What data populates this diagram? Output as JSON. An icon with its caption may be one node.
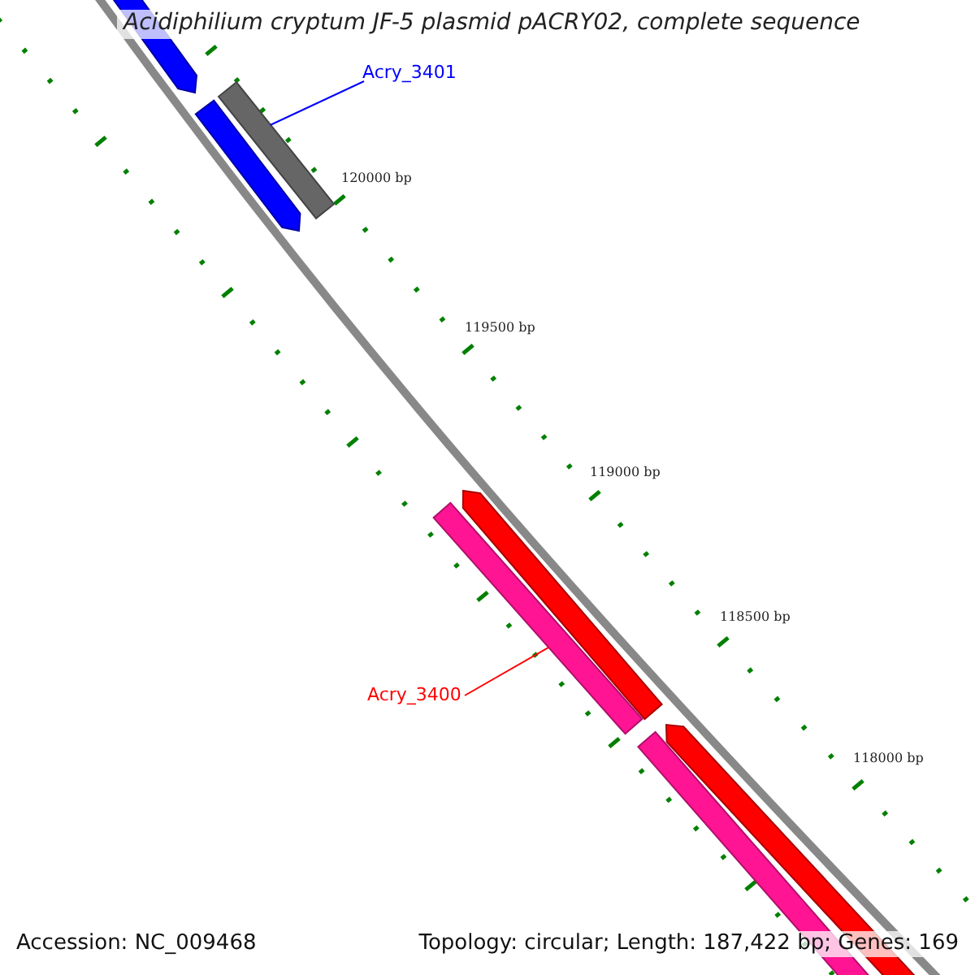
{
  "diagram": {
    "title": "Acidiphilium cryptum JF-5 plasmid pACRY02, complete sequence",
    "nodes": [
      {
        "text": [
          "Acry_3401"
        ]
      },
      {
        "text": [],
        "shape": "bar"
      },
      {
        "text": [
          "Acry_3400"
        ]
      },
      {
        "text": [],
        "shape": "bar"
      }
    ],
    "edges": [
      {
        "from": 0,
        "to": 1,
        "arrow": "none",
        "color": "#0000ff"
      },
      {
        "from": 2,
        "to": 3,
        "arrow": "none",
        "color": "#ff0000"
      }
    ],
    "labels": [
      "120000 bp",
      "119500 bp",
      "119000 bp",
      "118500 bp",
      "118000 bp",
      "Accession: NC_009468",
      "Topology: circular; Length: 187,422 bp; Genes: 169"
    ]
  }
}
